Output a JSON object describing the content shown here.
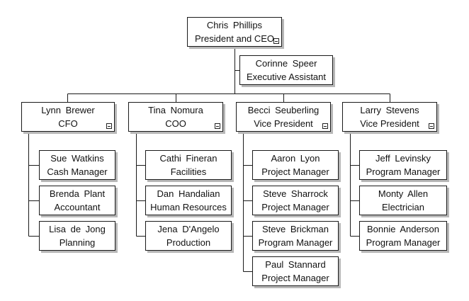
{
  "org_chart": {
    "ceo": {
      "name": "Chris  Phillips",
      "title": "President and CEO"
    },
    "assistant": {
      "name": "Corinne  Speer",
      "title": "Executive Assistant"
    },
    "departments": [
      {
        "head": {
          "name": "Lynn  Brewer",
          "title": "CFO"
        },
        "reports": [
          {
            "name": "Sue  Watkins",
            "title": "Cash Manager"
          },
          {
            "name": "Brenda  Plant",
            "title": "Accountant"
          },
          {
            "name": "Lisa de Jong",
            "title": "Planning"
          }
        ]
      },
      {
        "head": {
          "name": "Tina  Nomura",
          "title": "COO"
        },
        "reports": [
          {
            "name": "Cathi  Fineran",
            "title": "Facilities"
          },
          {
            "name": "Dan  Handalian",
            "title": "Human Resources"
          },
          {
            "name": "Jena  D'Angelo",
            "title": "Production"
          }
        ]
      },
      {
        "head": {
          "name": "Becci  Seuberling",
          "title": "Vice President"
        },
        "reports": [
          {
            "name": "Aaron  Lyon",
            "title": "Project Manager"
          },
          {
            "name": "Steve  Sharrock",
            "title": "Project Manager"
          },
          {
            "name": "Steve  Brickman",
            "title": "Program Manager"
          },
          {
            "name": "Paul  Stannard",
            "title": "Project Manager"
          }
        ]
      },
      {
        "head": {
          "name": "Larry  Stevens",
          "title": "Vice President"
        },
        "reports": [
          {
            "name": "Jeff  Levinsky",
            "title": "Program Manager"
          },
          {
            "name": "Monty  Allen",
            "title": "Electrician"
          },
          {
            "name": "Bonnie  Anderson",
            "title": "Program Manager"
          }
        ]
      }
    ],
    "colors": {
      "border": "#1a1a1a",
      "shadow": "#b8b8b8",
      "line": "#1a1a1a",
      "text": "#111111"
    },
    "icons": {
      "collapse": "collapse-minus-icon"
    }
  }
}
